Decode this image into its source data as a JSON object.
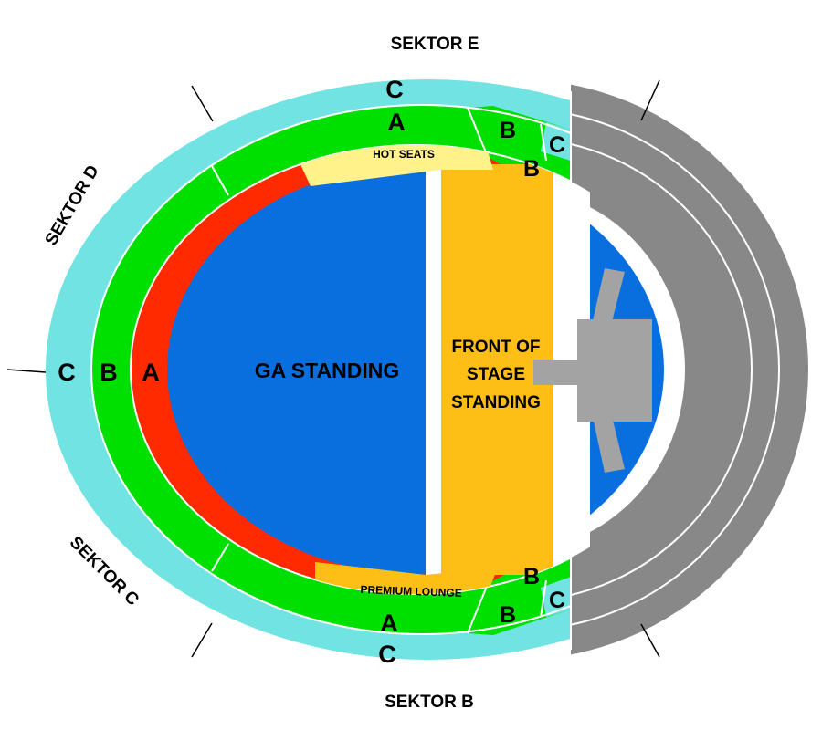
{
  "sectors": {
    "e": "SEKTOR E",
    "d": "SEKTOR D",
    "c": "SEKTOR C",
    "b": "SEKTOR B"
  },
  "rings": {
    "c": "C",
    "b": "B",
    "a": "A"
  },
  "zones": {
    "ga_standing": "GA STANDING",
    "front_of_stage": [
      "FRONT OF",
      "STAGE",
      "STANDING"
    ],
    "hot_seats": "HOT SEATS",
    "premium_lounge": "PREMIUM LOUNGE"
  },
  "colors": {
    "ring_c": "#72E3E3",
    "ring_b": "#00E000",
    "ring_a": "#FF2A00",
    "ga_standing": "#0A6FDE",
    "front_of_stage": "#FDBE16",
    "hot_seats": "#FFF28A",
    "premium_lounge": "#FDBE16",
    "unavailable": "#888888",
    "stage": "#A3A3A3"
  }
}
